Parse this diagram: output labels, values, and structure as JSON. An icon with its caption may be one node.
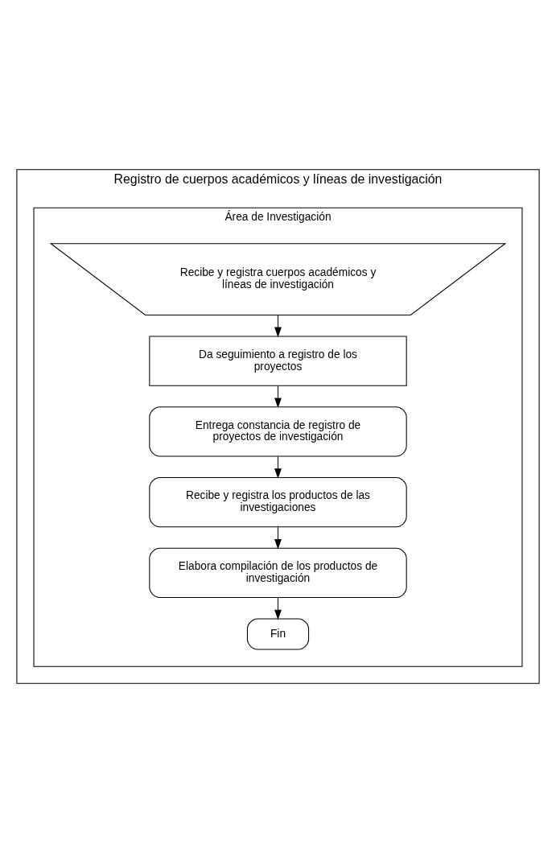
{
  "diagram": {
    "nodes": [
      {
        "text": [
          "Registro de cuerpos académicos y líneas de investigación"
        ]
      },
      {
        "text": [
          "Área de Investigación"
        ],
        "in": 0
      },
      {
        "text": [
          "Recibe y registra cuerpos académicos y líneas de investigación"
        ],
        "in": 1
      },
      {
        "text": [
          "Da seguimiento a registro de los proyectos"
        ],
        "in": 1
      },
      {
        "text": [
          "Entrega constancia de registro de proyectos de investigación"
        ],
        "in": 1
      },
      {
        "text": [
          "Recibe y registra los productos de las investigaciones"
        ],
        "in": 1
      },
      {
        "text": [
          "Elabora compilación de los productos de investigación"
        ],
        "in": 1
      },
      {
        "text": [
          "Fin"
        ],
        "in": 1
      }
    ],
    "edges": [
      {
        "from": 2,
        "to": 3,
        "arrow": "to"
      },
      {
        "from": 3,
        "to": 4,
        "arrow": "to"
      },
      {
        "from": 4,
        "to": 5,
        "arrow": "to"
      },
      {
        "from": 5,
        "to": 6,
        "arrow": "to"
      },
      {
        "from": 6,
        "to": 7,
        "arrow": "to"
      }
    ]
  }
}
